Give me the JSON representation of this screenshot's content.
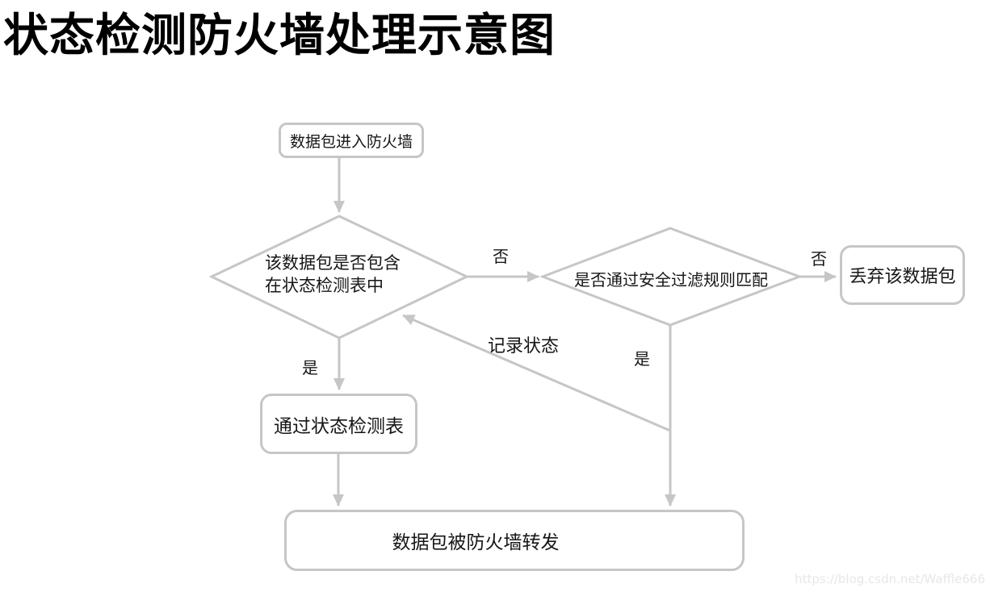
{
  "title": "状态检测防火墙处理示意图",
  "flowchart": {
    "nodes": {
      "start": {
        "label": "数据包进入防火墙"
      },
      "decision_state_table": {
        "line1": "该数据包是否包含",
        "line2": "在状态检测表中"
      },
      "decision_filter_rules": {
        "label": "是否通过安全过滤规则匹配"
      },
      "discard": {
        "label": "丢弃该数据包"
      },
      "pass_state_table": {
        "label": "通过状态检测表"
      },
      "forward": {
        "label": "数据包被防火墙转发"
      }
    },
    "edge_labels": {
      "state_table_no": "否",
      "filter_no": "否",
      "state_table_yes": "是",
      "filter_yes": "是",
      "record_state": "记录状态"
    }
  },
  "watermark": "https://blog.csdn.net/Waffle666",
  "colors": {
    "line": "#c6c6c6",
    "node_text": "#161616",
    "title_text": "#000000",
    "watermark_text": "#e7e7e7",
    "background": "#ffffff"
  }
}
